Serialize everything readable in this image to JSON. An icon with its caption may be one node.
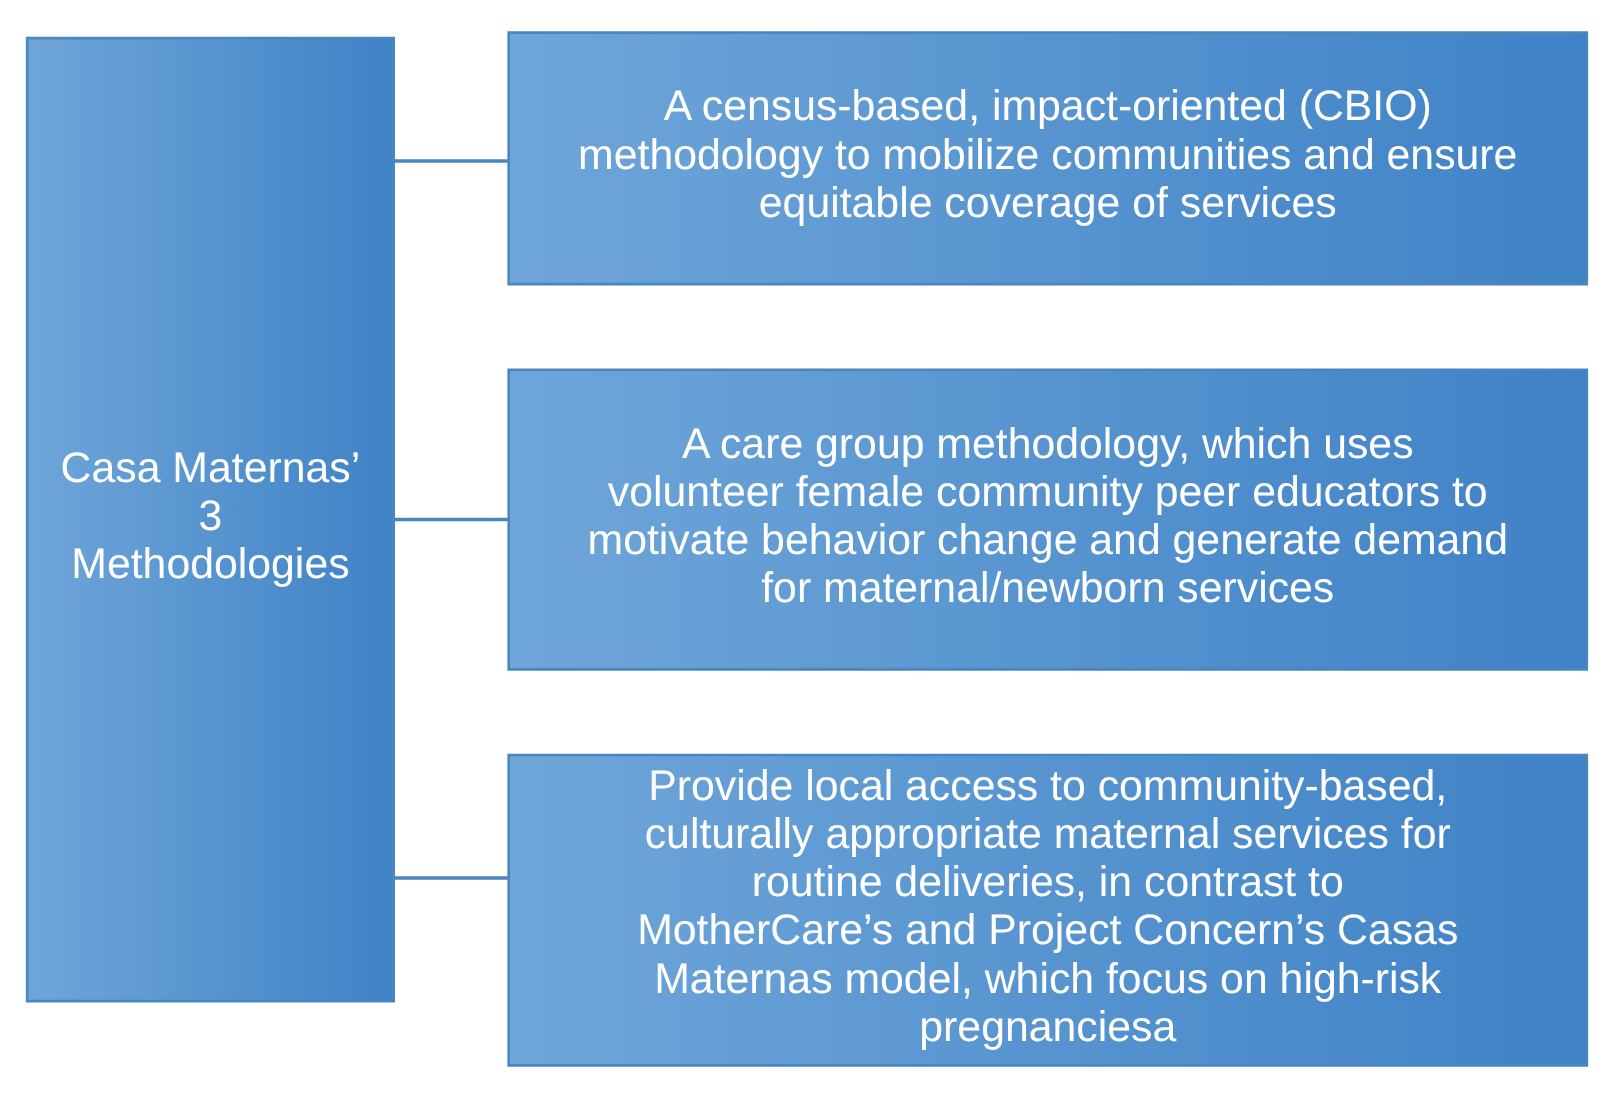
{
  "diagram": {
    "nodes": [
      {
        "text": [
          "Casa Maternas’ 3 Methodologies"
        ]
      },
      {
        "text": [
          "A census-based, impact-oriented (CBIO) methodology to mobilize communities and ensure equitable coverage of services"
        ]
      },
      {
        "text": [
          "A care group methodology, which uses volunteer female community peer educators to motivate behavior change and generate demand for maternal/newborn services"
        ]
      },
      {
        "text": [
          "Provide local access to community-based, culturally appropriate maternal services for routine deliveries, in contrast to MotherCare’s and Project Concern’s Casas Maternas model, which focus on high-risk pregnanciesa"
        ]
      }
    ],
    "edges": [
      {
        "from": 0,
        "to": 1,
        "arrow": "none"
      },
      {
        "from": 0,
        "to": 2,
        "arrow": "none"
      },
      {
        "from": 0,
        "to": 3,
        "arrow": "none"
      }
    ]
  }
}
